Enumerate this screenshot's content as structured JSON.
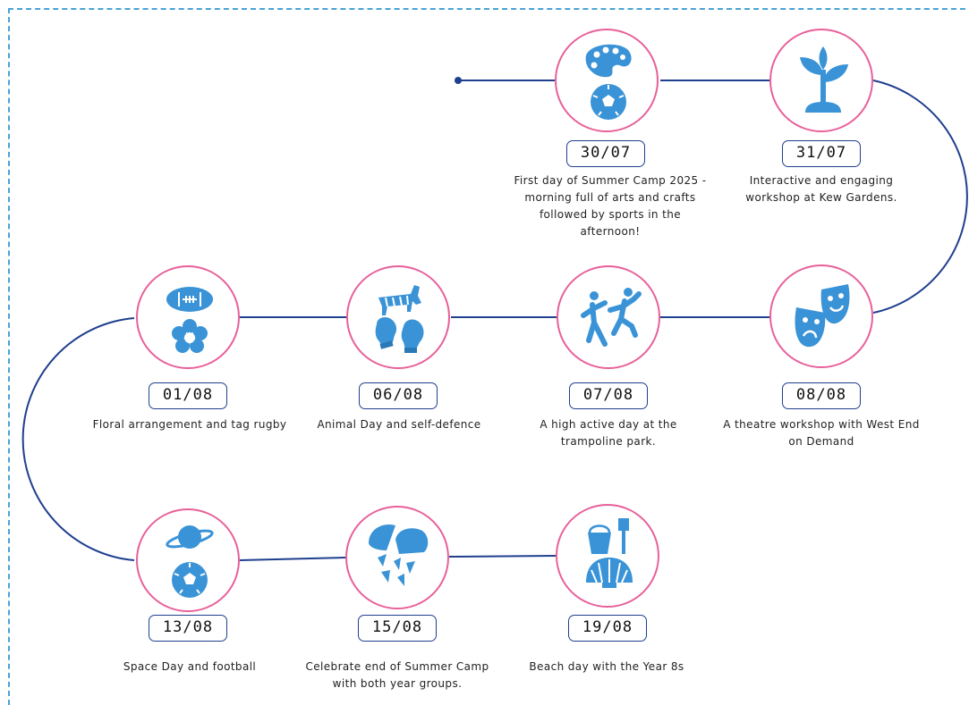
{
  "colors": {
    "line": "#1f3f8f",
    "circle": "#e8609a",
    "icon": "#3a93d6",
    "frame": "#4aa3d6"
  },
  "events": [
    {
      "date": "30/07",
      "description": "First day of Summer Camp 2025 - morning full of arts and crafts followed by sports in the afternoon!",
      "icons": [
        "palette-icon",
        "football-icon"
      ]
    },
    {
      "date": "31/07",
      "description": "Interactive and engaging workshop at Kew Gardens.",
      "icons": [
        "plant-icon"
      ]
    },
    {
      "date": "08/08",
      "description": "A theatre workshop with West End on Demand",
      "icons": [
        "theatre-masks-icon"
      ]
    },
    {
      "date": "07/08",
      "description": "A high active day at the trampoline park.",
      "icons": [
        "jumping-people-icon"
      ]
    },
    {
      "date": "06/08",
      "description": "Animal Day and self-defence",
      "icons": [
        "zebra-icon",
        "boxing-gloves-icon"
      ]
    },
    {
      "date": "01/08",
      "description": "Floral arrangement and tag rugby",
      "icons": [
        "rugby-ball-icon",
        "flower-icon"
      ]
    },
    {
      "date": "13/08",
      "description": "Space Day and football",
      "icons": [
        "planet-icon",
        "football-icon"
      ]
    },
    {
      "date": "15/08",
      "description": "Celebrate end of Summer Camp with both year groups.",
      "icons": [
        "party-hats-icon"
      ]
    },
    {
      "date": "19/08",
      "description": "Beach day with the Year 8s",
      "icons": [
        "bucket-spade-icon",
        "shell-icon"
      ]
    }
  ]
}
